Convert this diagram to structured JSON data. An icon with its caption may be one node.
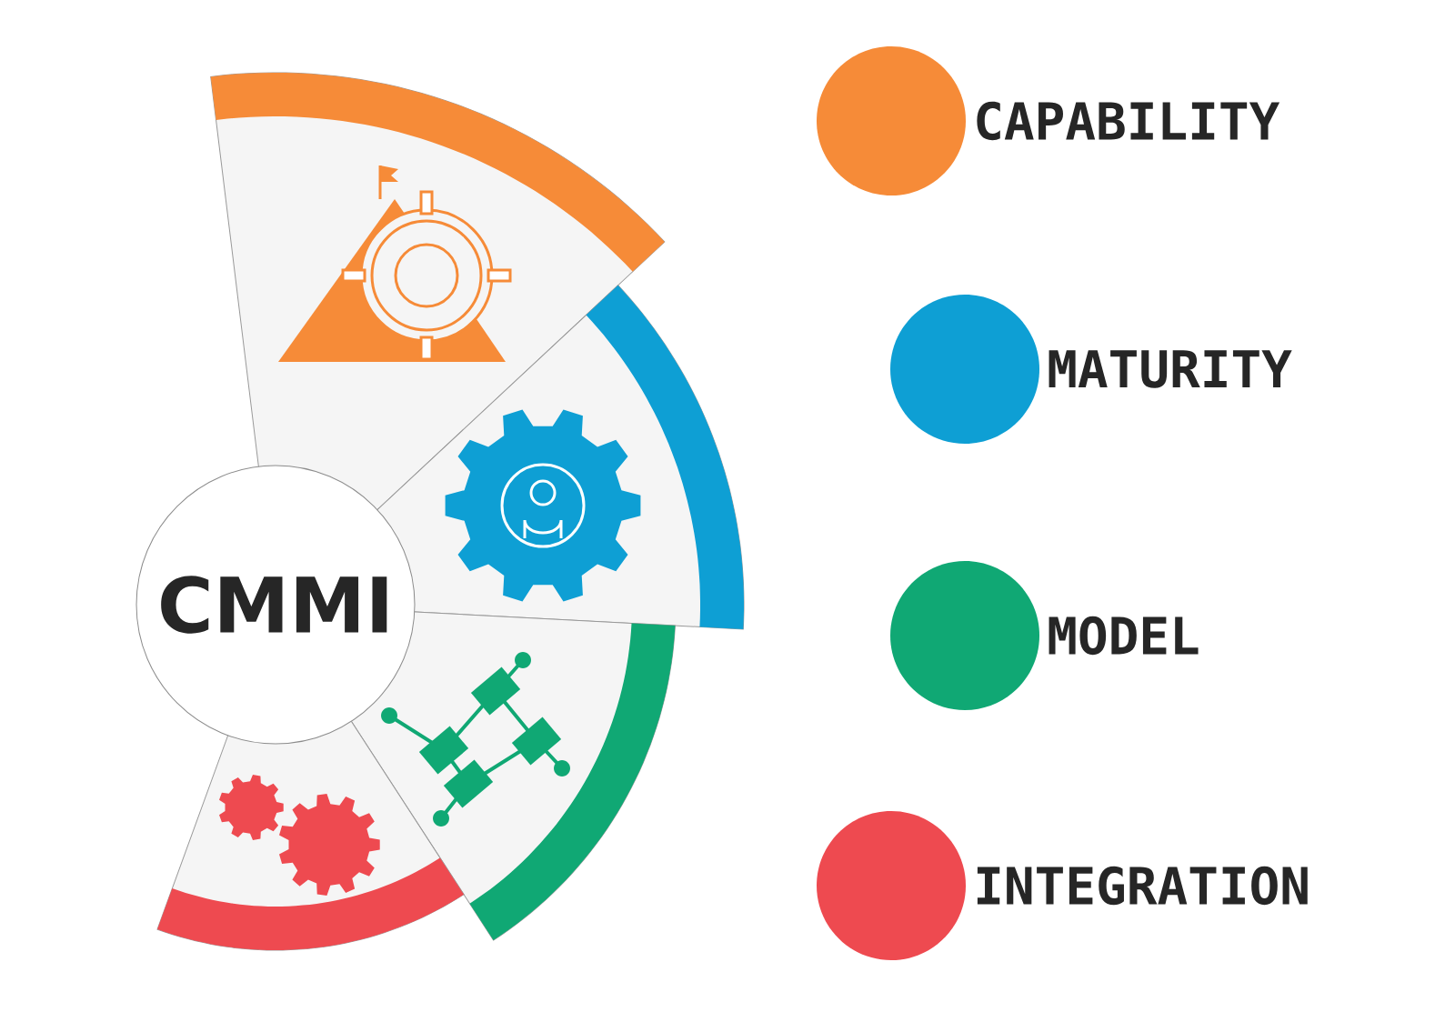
{
  "diagram": {
    "nodes": [
      {
        "text": [
          "CMMI"
        ]
      }
    ],
    "legend": [
      {
        "text": "CAPABILITY",
        "color": "#f68b38"
      },
      {
        "text": "MATURITY",
        "color": "#0e9fd4"
      },
      {
        "text": "MODEL",
        "color": "#10a874"
      },
      {
        "text": "INTEGRATION",
        "color": "#ee4a50"
      }
    ]
  }
}
